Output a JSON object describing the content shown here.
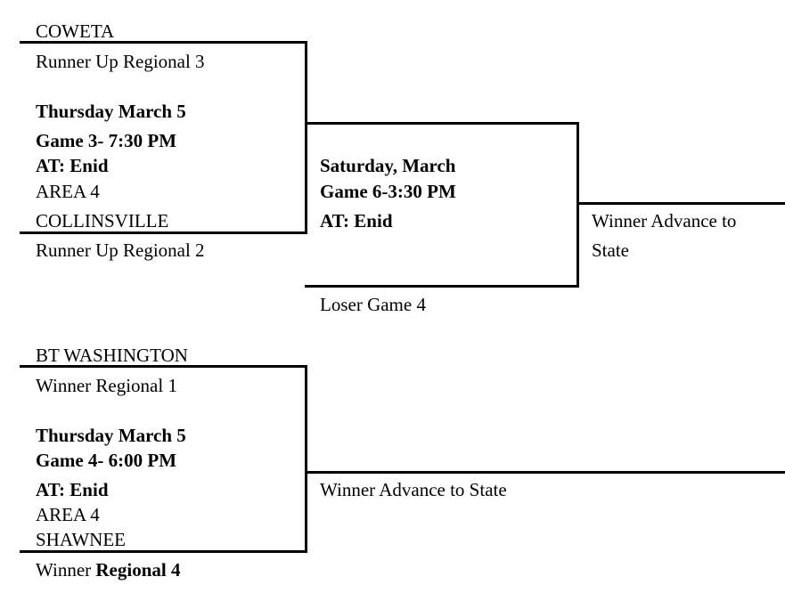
{
  "game3": {
    "team_top": "COWETA",
    "seed_top": "Runner Up Regional 3",
    "day": "Thursday March 5",
    "game": "Game 3- 7:30 PM",
    "site": "AT:  Enid",
    "area": "AREA  4",
    "team_bottom": "COLLINSVILLE",
    "seed_bottom": "Runner Up Regional 2"
  },
  "game6": {
    "day": "Saturday, March",
    "game": "Game 6-3:30 PM",
    "site": "AT:   Enid",
    "lower_slot": "Loser Game 4",
    "result_line1": "Winner Advance to",
    "result_line2": "State"
  },
  "game4": {
    "team_top": "BT WASHINGTON",
    "seed_top": "Winner Regional 1",
    "day": "Thursday March 5",
    "game": "Game 4- 6:00 PM",
    "site": "AT:   Enid",
    "area": "AREA 4",
    "team_bottom": "SHAWNEE",
    "seed_bottom_prefix": "Winner ",
    "seed_bottom_bold": "Regional 4",
    "result": "Winner Advance to State"
  }
}
